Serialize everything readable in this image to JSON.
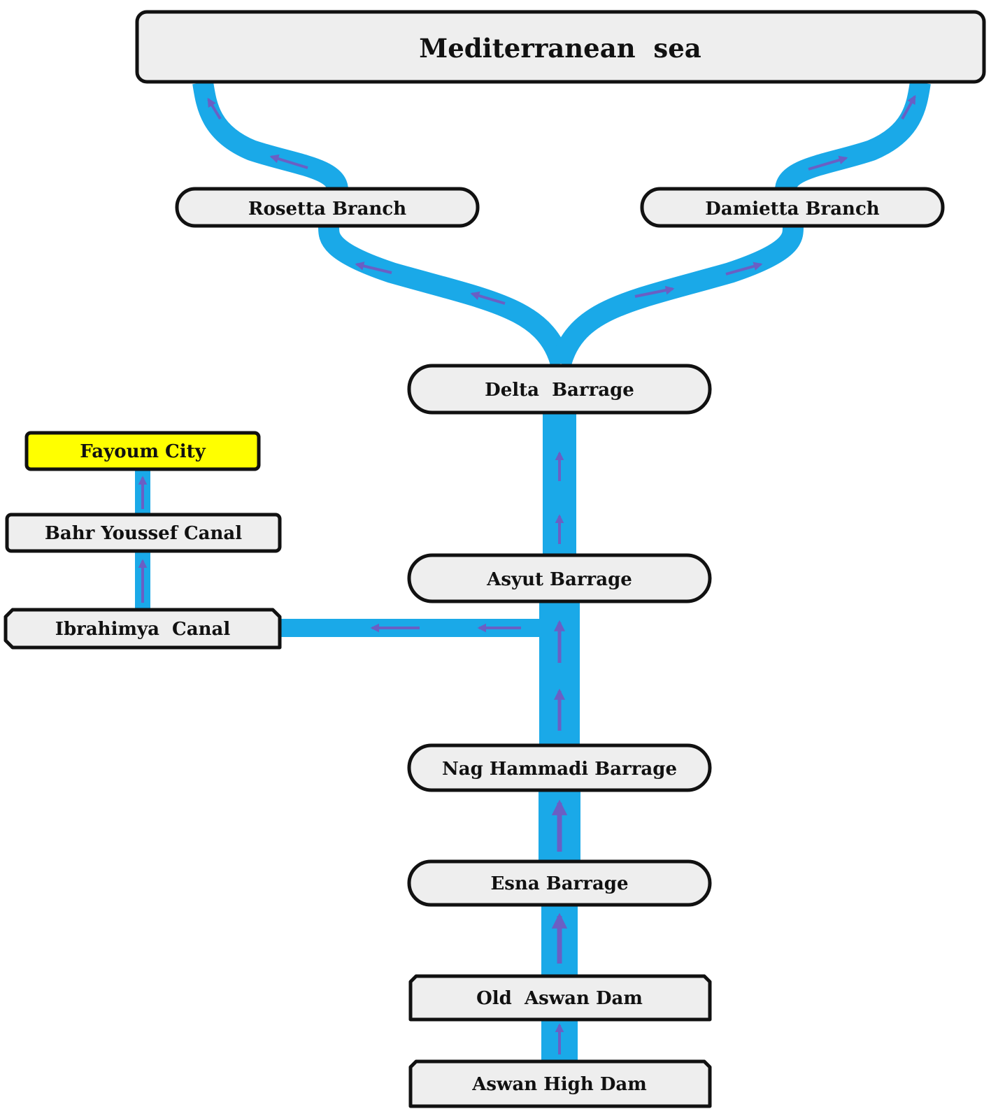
{
  "nodes": {
    "mediterranean": "Mediterranean  sea",
    "rosetta": "Rosetta Branch",
    "damietta": "Damietta Branch",
    "delta": "Delta  Barrage",
    "fayoum": "Fayoum City",
    "bahr_youssef": "Bahr Youssef Canal",
    "asyut": "Asyut Barrage",
    "ibrahimya": "Ibrahimya  Canal",
    "nag_hammadi": "Nag Hammadi Barrage",
    "esna": "Esna Barrage",
    "old_aswan": "Old  Aswan Dam",
    "aswan_high": "Aswan High Dam"
  },
  "colors": {
    "river": "#1aa9e8",
    "arrow": "#6a5fc4",
    "node_fill": "#eeeeee",
    "node_stroke": "#111111",
    "highlight_fill": "#ffff00"
  }
}
